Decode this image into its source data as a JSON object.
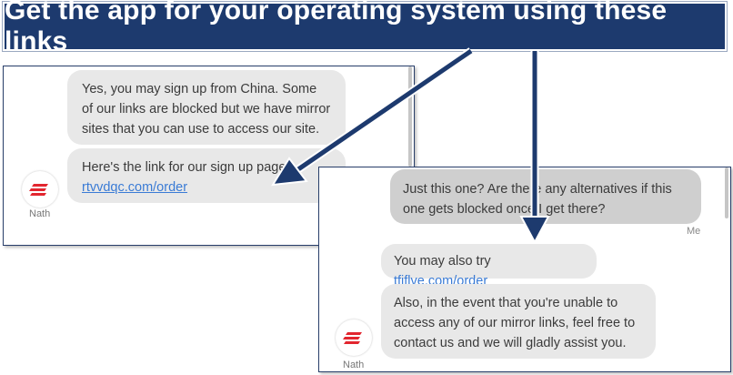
{
  "banner": {
    "title": "Get the app for your operating system using these links"
  },
  "left_chat": {
    "messages": [
      {
        "text": "Yes, you may sign up from China. Some of our links are blocked but we have mirror sites that you can use to access our site."
      },
      {
        "prefix": "Here's the link for our sign up page:",
        "link": "rtvvdqc.com/order"
      }
    ],
    "agent_name": "Nath"
  },
  "right_chat": {
    "user_message": "Just this one? Are there any alternatives if this one gets blocked once I get there?",
    "user_label": "Me",
    "agent_messages": [
      {
        "prefix": "You may also try ",
        "link": "tfiflve.com/order"
      },
      {
        "text": "Also, in the event that you're unable to access any of our mirror links, feel free to contact us and we will gladly assist you."
      }
    ],
    "agent_name": "Nath"
  },
  "colors": {
    "banner_bg": "#1d3a6e",
    "arrow": "#1d3a6e",
    "link": "#3a7bd5",
    "logo_red": "#e2262f"
  },
  "icons": {
    "avatar": "expressvpn-logo-icon",
    "arrow": "arrow-pointer-icon"
  }
}
